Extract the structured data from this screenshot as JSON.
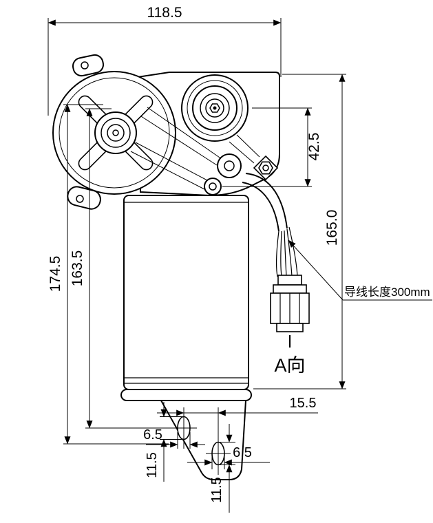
{
  "page": {
    "background_color": "#ffffff",
    "line_color": "#000000",
    "drawing_type": "wiper-motor-dimension-drawing"
  },
  "dimensions": {
    "top_width": "118.5",
    "crank_offset": "42.5",
    "overall_height": "165.0",
    "left_outer_height": "174.5",
    "left_inner_height": "163.5",
    "slot_spacing": "15.5",
    "slot1_width": "6.5",
    "slot1_length": "11.5",
    "slot2_width": "6.5",
    "slot2_length": "11.5"
  },
  "annotations": {
    "wire_length_label": "导线长度300mm",
    "view_label": "A向"
  }
}
